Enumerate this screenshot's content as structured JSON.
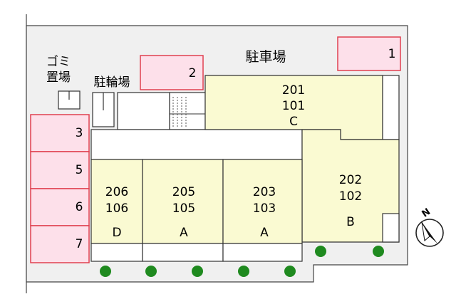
{
  "parking": {
    "label": "駐車場",
    "spaces": [
      "1",
      "2",
      "3",
      "5",
      "6",
      "7"
    ]
  },
  "garbage": {
    "line1": "ゴミ",
    "line2": "置場"
  },
  "bicycle": {
    "label": "駐輪場"
  },
  "units": {
    "c": {
      "upper": "201",
      "lower": "101",
      "type": "C"
    },
    "b": {
      "upper": "202",
      "lower": "102",
      "type": "B"
    },
    "d": {
      "upper": "206",
      "lower": "106",
      "type": "D"
    },
    "a1": {
      "upper": "205",
      "lower": "105",
      "type": "A"
    },
    "a2": {
      "upper": "203",
      "lower": "103",
      "type": "A"
    }
  },
  "compass": {
    "north": "N"
  },
  "colors": {
    "unit_fill": "#fafad2",
    "parking_fill": "#fde0ea",
    "parking_border": "#e04050",
    "site_fill": "#f0f0f0",
    "tree": "#1f8a1f"
  }
}
